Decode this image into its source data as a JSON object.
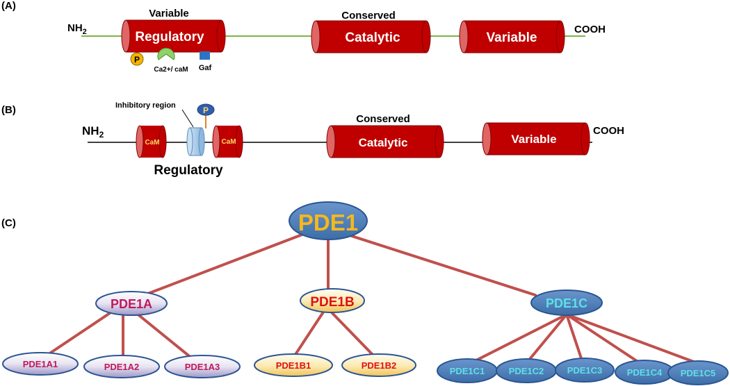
{
  "panel_a": {
    "label": "(A)",
    "n_terminus": "NH",
    "n_terminus_sub": "2",
    "c_terminus": "COOH",
    "regulatory_title": "Variable",
    "regulatory": "Regulatory",
    "catalytic_title": "Conserved",
    "catalytic": "Catalytic",
    "variable": "Variable",
    "phospho": "P",
    "ca_cam": "Ca2+/ caM",
    "gaf": "Gaf",
    "colors": {
      "line": "#7ab648",
      "cylinder": "#c00000",
      "cylinder_end": "#e06666"
    }
  },
  "panel_b": {
    "label": "(B)",
    "n_terminus": "NH",
    "n_terminus_sub": "2",
    "c_terminus": "COOH",
    "inhibitory": "Inhibitory region",
    "phospho": "P",
    "cam1": "CaM",
    "cam2": "CaM",
    "regulatory": "Regulatory",
    "catalytic_title": "Conserved",
    "catalytic": "Catalytic",
    "variable": "Variable",
    "colors": {
      "line": "#000000",
      "cylinder": "#c00000",
      "inhibitory": "#a9cce8",
      "cam_text": "#ffd966"
    }
  },
  "panel_c": {
    "label": "(C)",
    "root": "PDE1",
    "a": {
      "label": "PDE1A",
      "children": [
        "PDE1A1",
        "PDE1A2",
        "PDE1A3"
      ]
    },
    "b": {
      "label": "PDE1B",
      "children": [
        "PDE1B1",
        "PDE1B2"
      ]
    },
    "c": {
      "label": "PDE1C",
      "children": [
        "PDE1C1",
        "PDE1C2",
        "PDE1C3",
        "PDE1C4",
        "PDE1C5"
      ]
    },
    "colors": {
      "edge": "#c0504d",
      "root_fill": "#4f81bd",
      "root_text": "#f6b81c",
      "a_text": "#c0185a",
      "b_text": "#e01010",
      "c_text": "#5ee0e8"
    }
  }
}
